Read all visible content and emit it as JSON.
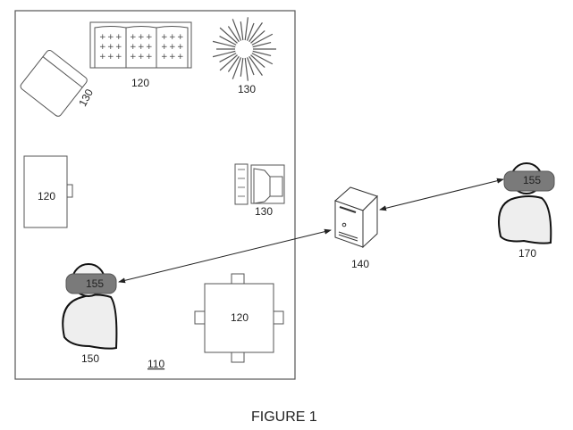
{
  "figure": {
    "caption": "FIGURE 1",
    "room": {
      "label": "110"
    },
    "objects": [
      {
        "id": "sofa",
        "label": "120",
        "kind": "furniture"
      },
      {
        "id": "armchair",
        "label": "130",
        "kind": "object"
      },
      {
        "id": "lamp",
        "label": "130",
        "kind": "object"
      },
      {
        "id": "desk",
        "label": "120",
        "kind": "furniture"
      },
      {
        "id": "computer",
        "label": "130",
        "kind": "object"
      },
      {
        "id": "table",
        "label": "120",
        "kind": "furniture"
      }
    ],
    "users": [
      {
        "id": "user-local",
        "label": "150",
        "headset_label": "155"
      },
      {
        "id": "user-remote",
        "label": "170",
        "headset_label": "155"
      }
    ],
    "server": {
      "label": "140"
    },
    "connections": [
      {
        "from": "server",
        "to": "user-local",
        "bidirectional": true
      },
      {
        "from": "server",
        "to": "user-remote",
        "bidirectional": true
      }
    ],
    "colors": {
      "line": "#333333",
      "headset": "#7a7a7a",
      "body": "#eeeeee"
    }
  }
}
